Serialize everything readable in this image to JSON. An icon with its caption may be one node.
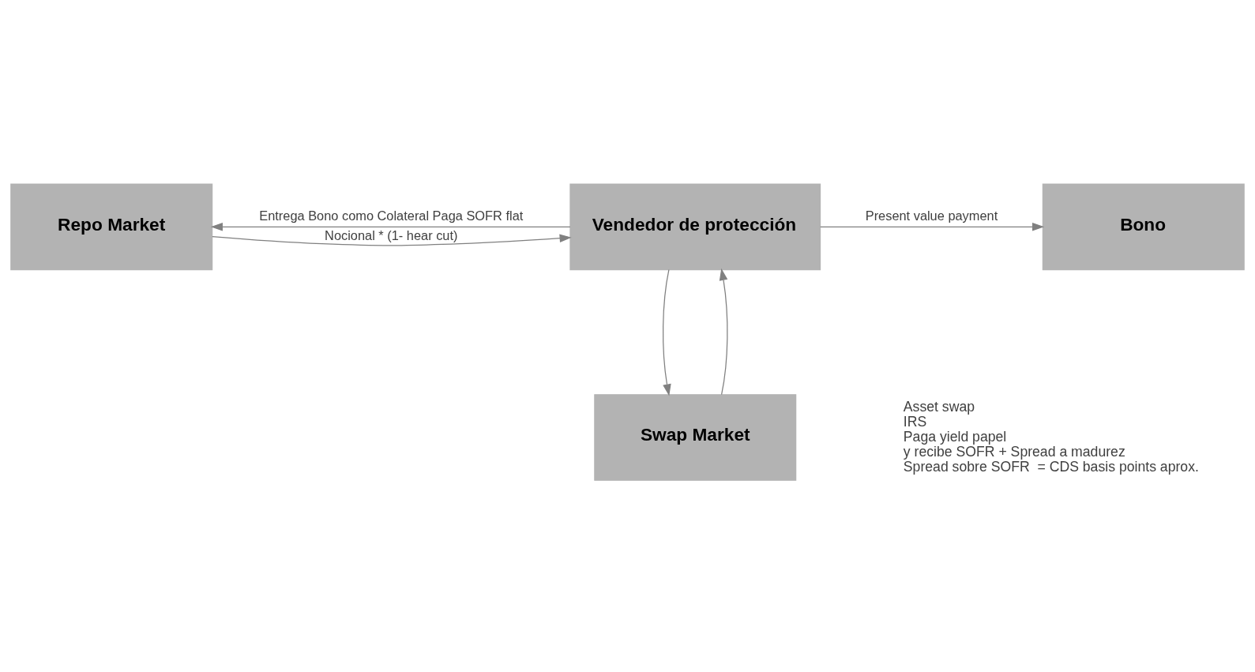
{
  "diagram": {
    "nodes": [
      {
        "text": [
          "Repo Market"
        ]
      },
      {
        "text": [
          "Vendedor de protección"
        ]
      },
      {
        "text": [
          "Bono"
        ]
      },
      {
        "text": [
          "Swap Market"
        ]
      }
    ],
    "edges": [
      {
        "from": 0,
        "to": 1,
        "arrow": "to",
        "label": "Nocional * (1- hear cut)"
      },
      {
        "from": 1,
        "to": 0,
        "arrow": "to",
        "label": "Entrega Bono como Colateral Paga SOFR flat"
      },
      {
        "from": 1,
        "to": 2,
        "arrow": "to",
        "label": "Present value payment"
      },
      {
        "from": 3,
        "to": 1,
        "arrow": "to"
      },
      {
        "from": 1,
        "to": 3,
        "arrow": "to"
      }
    ],
    "labels": [
      "Asset swap",
      "IRS",
      "Paga yield papel",
      "y recibe SOFR + Spread a madurez",
      "Spread sobre SOFR  = CDS basis points aprox."
    ]
  }
}
